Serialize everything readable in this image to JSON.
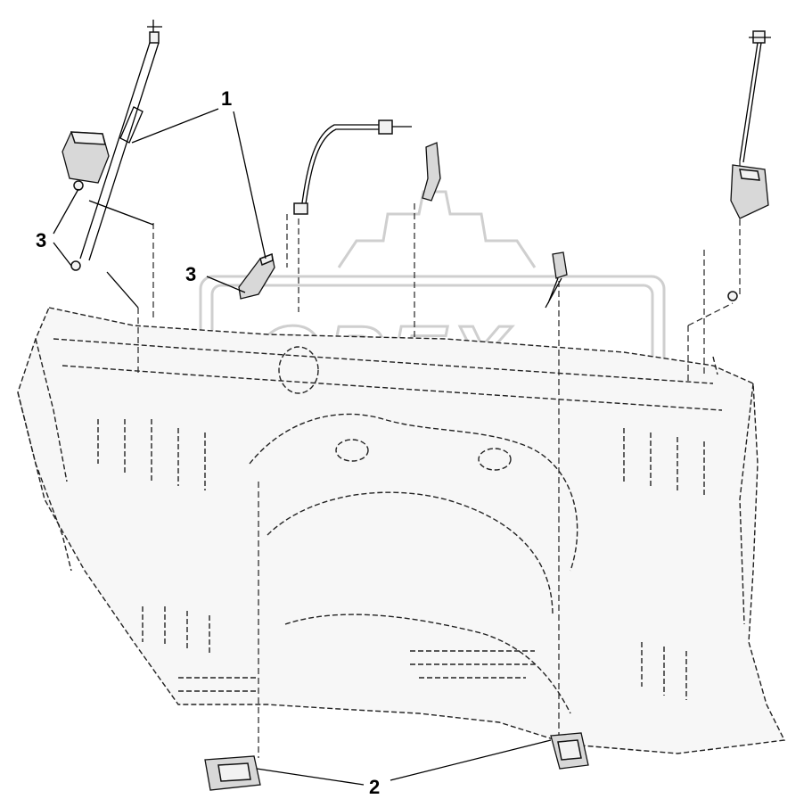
{
  "callouts": [
    {
      "id": "1",
      "label": "1"
    },
    {
      "id": "2",
      "label": "2"
    },
    {
      "id": "3a",
      "label": "3"
    },
    {
      "id": "3b",
      "label": "3"
    }
  ],
  "watermark": {
    "text": "OPEX",
    "icon": "gear-logo-icon"
  },
  "parts": [
    {
      "name": "seat-belt-retractor-left",
      "icon": "retractor-icon"
    },
    {
      "name": "seat-belt-retractor-right",
      "icon": "retractor-icon"
    },
    {
      "name": "seat-belt-buckle-mount-left",
      "icon": "buckle-icon"
    },
    {
      "name": "seat-belt-buckle-mount-right",
      "icon": "buckle-icon"
    },
    {
      "name": "floor-panel",
      "icon": "floor-panel-icon"
    }
  ]
}
